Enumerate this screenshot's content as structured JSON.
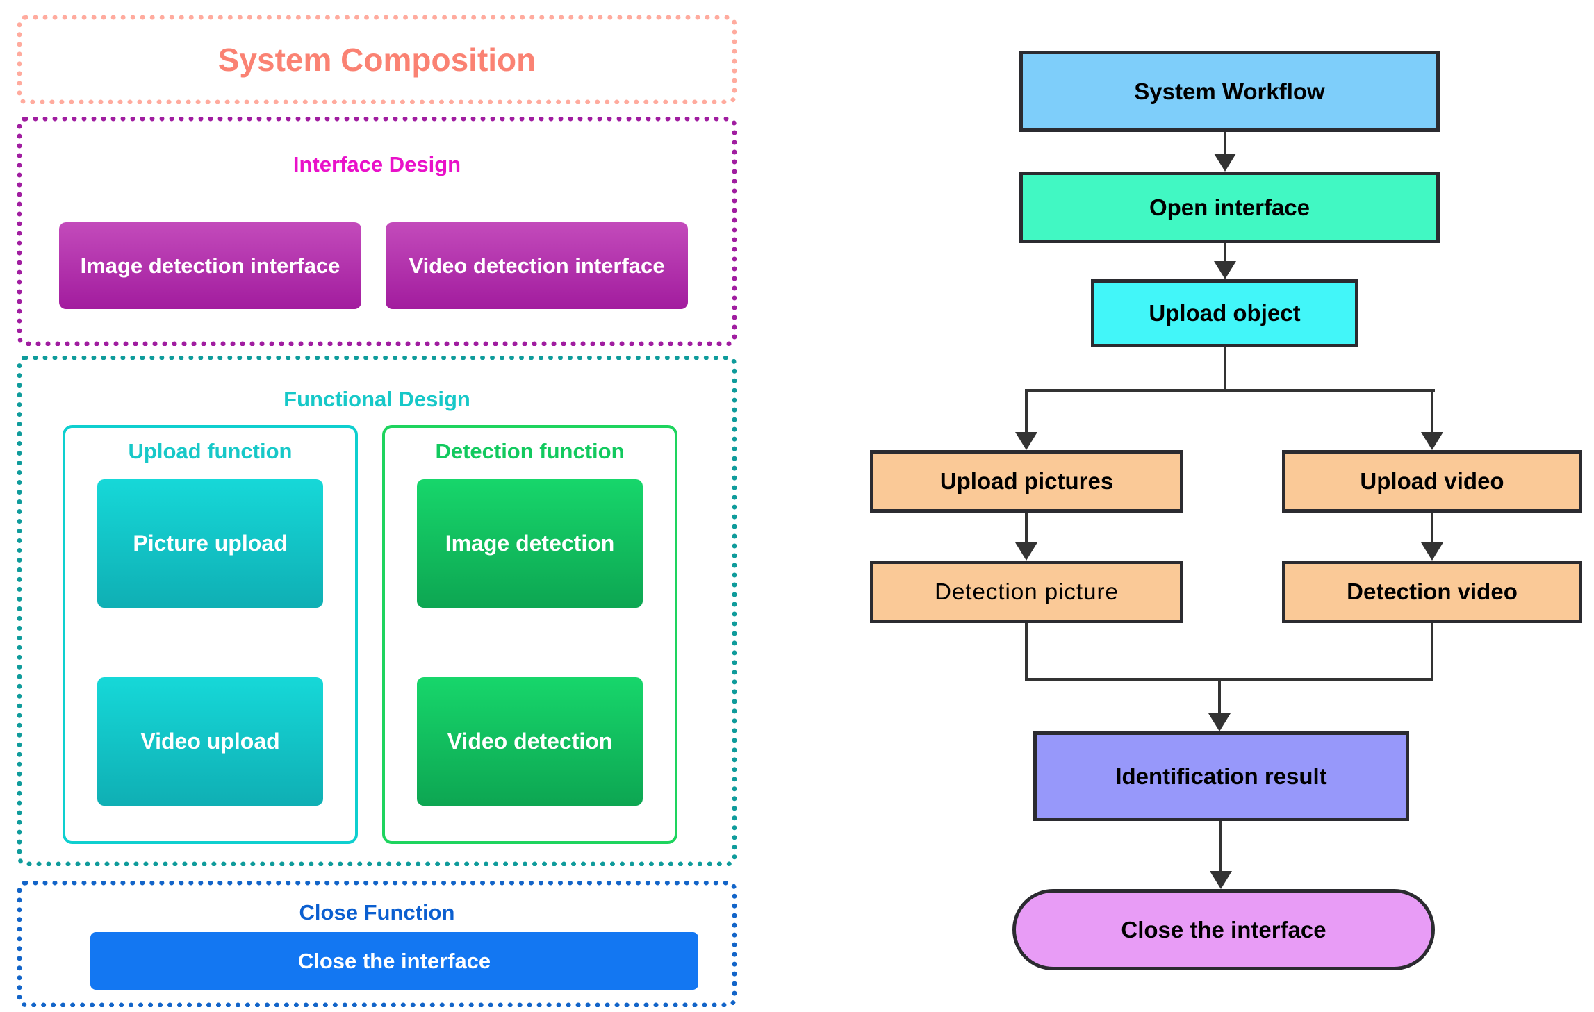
{
  "composition": {
    "title": "System Composition",
    "interface_design": {
      "label": "Interface Design",
      "items": [
        "Image detection interface",
        "Video detection interface"
      ]
    },
    "functional_design": {
      "label": "Functional Design",
      "upload_function": {
        "label": "Upload function",
        "items": [
          "Picture upload",
          "Video upload"
        ]
      },
      "detection_function": {
        "label": "Detection function",
        "items": [
          "Image detection",
          "Video detection"
        ]
      }
    },
    "close_function": {
      "label": "Close Function",
      "button_label": "Close the interface"
    }
  },
  "workflow": {
    "nodes": {
      "system_workflow": "System Workflow",
      "open_interface": "Open interface",
      "upload_object": "Upload object",
      "upload_pictures": "Upload pictures",
      "upload_video": "Upload video",
      "detection_picture": "Detection picture",
      "detection_video": "Detection video",
      "identification_result": "Identification result",
      "close_interface": "Close the interface"
    }
  },
  "colors": {
    "salmon_title": "#FA8273",
    "salmon_border": "#FFAB9E",
    "magenta_label": "#E911C9",
    "magenta_border": "#A01DA0",
    "purple_box_top": "#C34BBB",
    "purple_box_bottom": "#A21C9E",
    "teal_label": "#17C8C8",
    "teal_border": "#0F9B9B",
    "cyan_panel_border": "#0ECFCF",
    "cyan_box_top": "#16D8D8",
    "cyan_box_bottom": "#0FAFB4",
    "green_panel_border": "#1ED45E",
    "green_box_top": "#17D66B",
    "green_box_bottom": "#0DA652",
    "close_label_blue": "#0B5FD0",
    "close_button_blue": "#1377F2",
    "wf_system_workflow": "#7ECEFA",
    "wf_open_interface": "#41F8C3",
    "wf_upload_object": "#42F6F9",
    "wf_orange": "#FAC997",
    "wf_identification": "#9798FA",
    "wf_close_pill": "#E89CF6",
    "wf_line": "#333333",
    "wf_node_border": "#2B2B30"
  }
}
